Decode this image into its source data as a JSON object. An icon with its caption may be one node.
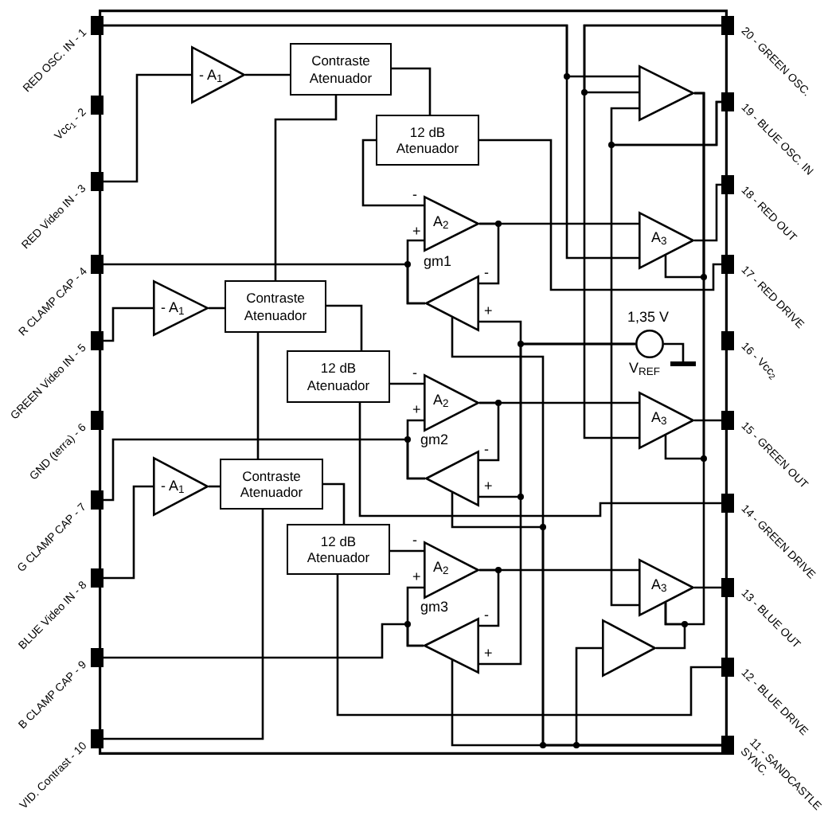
{
  "diagram": {
    "nodes": [
      {
        "text": [],
        "shape": "box"
      },
      {
        "text": [],
        "shape": "box",
        "beside": [
          "RED OSC. IN - 1"
        ]
      },
      {
        "text": [],
        "shape": "box",
        "beside": [
          "Vcc$_{1}$ - 2"
        ]
      },
      {
        "text": [],
        "shape": "box",
        "beside": [
          "RED Video IN - 3"
        ]
      },
      {
        "text": [],
        "shape": "box",
        "beside": [
          "R CLAMP CAP - 4"
        ]
      },
      {
        "text": [],
        "shape": "box",
        "beside": [
          "GREEN Video IN - 5"
        ]
      },
      {
        "text": [],
        "shape": "box",
        "beside": [
          "GND (terra) - 6"
        ]
      },
      {
        "text": [],
        "shape": "box",
        "beside": [
          "G CLAMP CAP - 7"
        ]
      },
      {
        "text": [],
        "shape": "box",
        "beside": [
          "BLUE Video IN - 8"
        ]
      },
      {
        "text": [],
        "shape": "box",
        "beside": [
          "B CLAMP CAP - 9"
        ]
      },
      {
        "text": [],
        "shape": "box",
        "beside": [
          "VID. Contrast - 10"
        ]
      },
      {
        "text": [],
        "shape": "box",
        "beside": [
          "20 - GREEN OSC."
        ]
      },
      {
        "text": [],
        "shape": "box",
        "beside": [
          "19 - BLUE OSC. IN"
        ]
      },
      {
        "text": [],
        "shape": "box",
        "beside": [
          "18 - RED OUT"
        ]
      },
      {
        "text": [],
        "shape": "box",
        "beside": [
          "17 - RED DRIVE"
        ]
      },
      {
        "text": [],
        "shape": "box",
        "beside": [
          "16 - Vcc$_{2}$"
        ]
      },
      {
        "text": [],
        "shape": "box",
        "beside": [
          "15 - GREEN OUT"
        ]
      },
      {
        "text": [],
        "shape": "box",
        "beside": [
          "14 - GREEN DRIVE"
        ]
      },
      {
        "text": [],
        "shape": "box",
        "beside": [
          "13 - BLUE OUT"
        ]
      },
      {
        "text": [],
        "shape": "box",
        "beside": [
          "12 - BLUE DRIVE"
        ]
      },
      {
        "text": [],
        "shape": "box",
        "beside": [
          "11 - SANDCASTLE SYNC."
        ]
      },
      {
        "text": [
          "- A$_{1}$"
        ],
        "in": 0
      },
      {
        "text": [
          "Contraste Atenuador"
        ],
        "in": 0
      },
      {
        "text": [
          "12 dB Atenuador"
        ],
        "in": 0
      },
      {
        "text": [
          "A$_{2}$"
        ],
        "in": 0,
        "beside": [
          "-",
          "+"
        ]
      },
      {
        "text": [],
        "shape": "triangle",
        "in": 0,
        "beside": [
          "gm1",
          "-",
          "+"
        ]
      },
      {
        "text": [],
        "shape": "triangle",
        "in": 0
      },
      {
        "text": [
          "A$_{3}$"
        ],
        "in": 0
      },
      {
        "text": [],
        "shape": "circle",
        "in": 0,
        "beside": [
          "1,35 V",
          "V$_{REF}$"
        ]
      },
      {
        "text": [
          "- A$_{1}$"
        ],
        "in": 0
      },
      {
        "text": [
          "Contraste Atenuador"
        ],
        "in": 0
      },
      {
        "text": [
          "12 dB Atenuador"
        ],
        "in": 0
      },
      {
        "text": [
          "A$_{2}$"
        ],
        "in": 0,
        "beside": [
          "-",
          "+"
        ]
      },
      {
        "text": [],
        "shape": "triangle",
        "in": 0,
        "beside": [
          "gm2",
          "-",
          "+"
        ]
      },
      {
        "text": [
          "A$_{3}$"
        ],
        "in": 0
      },
      {
        "text": [
          "- A$_{1}$"
        ],
        "in": 0
      },
      {
        "text": [
          "Contraste Atenuador"
        ],
        "in": 0
      },
      {
        "text": [
          "12 dB Atenuador"
        ],
        "in": 0
      },
      {
        "text": [
          "A$_{2}$"
        ],
        "in": 0,
        "beside": [
          "-",
          "+"
        ]
      },
      {
        "text": [],
        "shape": "triangle",
        "in": 0,
        "beside": [
          "gm3",
          "-",
          "+"
        ]
      },
      {
        "text": [
          "A$_{3}$"
        ],
        "in": 0
      },
      {
        "text": [],
        "shape": "triangle",
        "in": 0
      }
    ],
    "edges": [
      {
        "from": 3,
        "to": 21,
        "arrow": "none"
      },
      {
        "from": 21,
        "to": 22,
        "arrow": "none"
      },
      {
        "from": 22,
        "to": 23,
        "arrow": "none"
      },
      {
        "from": 23,
        "to": 24,
        "arrow": "none"
      },
      {
        "from": 24,
        "to": 27,
        "arrow": "none"
      },
      {
        "from": 24,
        "to": 25,
        "arrow": "none"
      },
      {
        "from": 25,
        "to": 24,
        "arrow": "none"
      },
      {
        "from": 4,
        "to": 25,
        "arrow": "none"
      },
      {
        "from": 28,
        "to": 25,
        "arrow": "none"
      },
      {
        "from": 14,
        "to": 23,
        "arrow": "none"
      },
      {
        "from": 27,
        "to": 13,
        "arrow": "none"
      },
      {
        "from": 1,
        "to": 26,
        "arrow": "none"
      },
      {
        "from": 1,
        "to": 27,
        "arrow": "none"
      },
      {
        "from": 11,
        "to": 26,
        "arrow": "none"
      },
      {
        "from": 12,
        "to": 26,
        "arrow": "none"
      },
      {
        "from": 26,
        "to": 27,
        "arrow": "none"
      },
      {
        "from": 5,
        "to": 29,
        "arrow": "none"
      },
      {
        "from": 29,
        "to": 30,
        "arrow": "none"
      },
      {
        "from": 30,
        "to": 31,
        "arrow": "none"
      },
      {
        "from": 31,
        "to": 32,
        "arrow": "none"
      },
      {
        "from": 32,
        "to": 34,
        "arrow": "none"
      },
      {
        "from": 32,
        "to": 33,
        "arrow": "none"
      },
      {
        "from": 33,
        "to": 32,
        "arrow": "none"
      },
      {
        "from": 7,
        "to": 33,
        "arrow": "none"
      },
      {
        "from": 28,
        "to": 33,
        "arrow": "none"
      },
      {
        "from": 17,
        "to": 31,
        "arrow": "none"
      },
      {
        "from": 34,
        "to": 16,
        "arrow": "none"
      },
      {
        "from": 11,
        "to": 34,
        "arrow": "none"
      },
      {
        "from": 26,
        "to": 34,
        "arrow": "none"
      },
      {
        "from": 8,
        "to": 35,
        "arrow": "none"
      },
      {
        "from": 35,
        "to": 36,
        "arrow": "none"
      },
      {
        "from": 36,
        "to": 37,
        "arrow": "none"
      },
      {
        "from": 37,
        "to": 38,
        "arrow": "none"
      },
      {
        "from": 38,
        "to": 40,
        "arrow": "none"
      },
      {
        "from": 38,
        "to": 39,
        "arrow": "none"
      },
      {
        "from": 39,
        "to": 38,
        "arrow": "none"
      },
      {
        "from": 9,
        "to": 39,
        "arrow": "none"
      },
      {
        "from": 28,
        "to": 39,
        "arrow": "none"
      },
      {
        "from": 19,
        "to": 37,
        "arrow": "none"
      },
      {
        "from": 40,
        "to": 18,
        "arrow": "none"
      },
      {
        "from": 12,
        "to": 40,
        "arrow": "none"
      },
      {
        "from": 26,
        "to": 40,
        "arrow": "none"
      },
      {
        "from": 41,
        "to": 40,
        "arrow": "none"
      },
      {
        "from": 20,
        "to": 25,
        "arrow": "none"
      },
      {
        "from": 20,
        "to": 33,
        "arrow": "none"
      },
      {
        "from": 20,
        "to": 39,
        "arrow": "none"
      },
      {
        "from": 20,
        "to": 41,
        "arrow": "none"
      },
      {
        "from": 10,
        "to": 36,
        "arrow": "none"
      },
      {
        "from": 36,
        "to": 30,
        "arrow": "none"
      },
      {
        "from": 30,
        "to": 22,
        "arrow": "none"
      }
    ]
  }
}
